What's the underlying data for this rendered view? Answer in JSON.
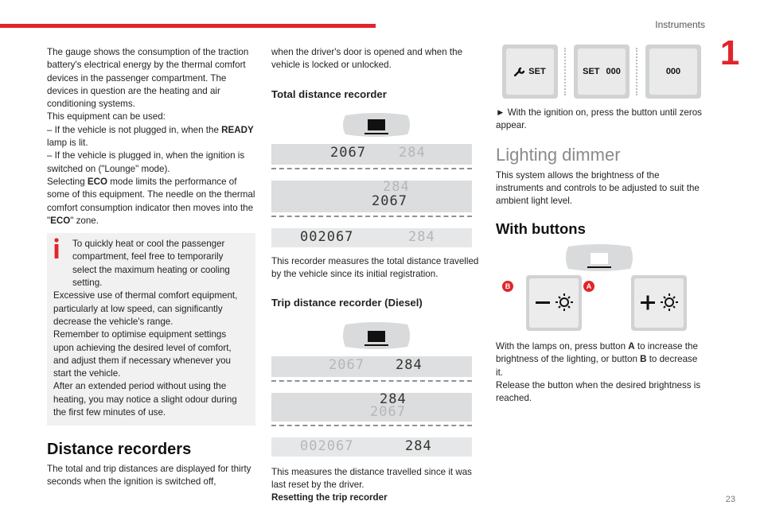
{
  "header": {
    "section": "Instruments",
    "chapter": "1"
  },
  "col1": {
    "p1": "The gauge shows the consumption of the traction battery's electrical energy by the thermal comfort devices in the passenger compartment. The devices in question are the heating and air conditioning systems.",
    "p2": "This equipment can be used:",
    "b1_pre": "– If the vehicle is not plugged in, when the ",
    "b1_bold": "READY",
    "b1_post": " lamp is lit.",
    "b2": "– If the vehicle is plugged in, when the ignition is switched on (\"Lounge\" mode).",
    "p3_pre": "Selecting ",
    "p3_bold": "ECO",
    "p3_post": " mode limits the performance of some of this equipment. The needle on the thermal comfort consumption indicator then moves into the \"",
    "p3_bold2": "ECO",
    "p3_end": "\" zone.",
    "note": [
      "To quickly heat or cool the passenger compartment, feel free to temporarily select the maximum heating or cooling setting.",
      "Excessive use of thermal comfort equipment, particularly at low speed, can significantly decrease the vehicle's range.",
      "Remember to optimise equipment settings upon achieving the desired level of comfort, and adjust them if necessary whenever you start the vehicle.",
      "After an extended period without using the heating, you may notice a slight odour during the first few minutes of use."
    ],
    "heading": "Distance recorders",
    "p4": "The total and trip distances are displayed for thirty seconds when the ignition is switched off,"
  },
  "col2": {
    "p1": "when the driver's door is opened and when the vehicle is locked or unlocked.",
    "h_total": "Total distance recorder",
    "odo_total": {
      "r1a": "2067",
      "r1b": "284",
      "r2a": "284",
      "r2b": "2067",
      "r3a": "002067",
      "r3b": "284"
    },
    "p_total": "This recorder measures the total distance travelled by the vehicle since its initial registration.",
    "h_trip": "Trip distance recorder (Diesel)",
    "odo_trip": {
      "r1a": "2067",
      "r1b": "284",
      "r2a": "284",
      "r2b": "2067",
      "r3a": "002067",
      "r3b": "284"
    },
    "p_trip": "This measures the distance travelled since it was last reset by the driver.",
    "reset": "Resetting the trip recorder"
  },
  "col3": {
    "keys": {
      "k1": "SET",
      "k2a": "SET",
      "k2b": "000",
      "k3": "000"
    },
    "step": "► With the ignition on, press the button until zeros appear.",
    "h_dimmer": "Lighting dimmer",
    "p_dimmer": "This system allows the brightness of the instruments and controls to be adjusted to suit the ambient light level.",
    "h_buttons": "With buttons",
    "badge_b": "B",
    "badge_a": "A",
    "p_buttons_1": "With the lamps on, press button ",
    "p_buttons_a": "A",
    "p_buttons_2": " to increase the brightness of the lighting, or button ",
    "p_buttons_b": "B",
    "p_buttons_3": " to decrease it.",
    "p_release": "Release the button when the desired brightness is reached."
  },
  "footer": {
    "page": "23"
  },
  "colors": {
    "accent": "#e2242b"
  }
}
